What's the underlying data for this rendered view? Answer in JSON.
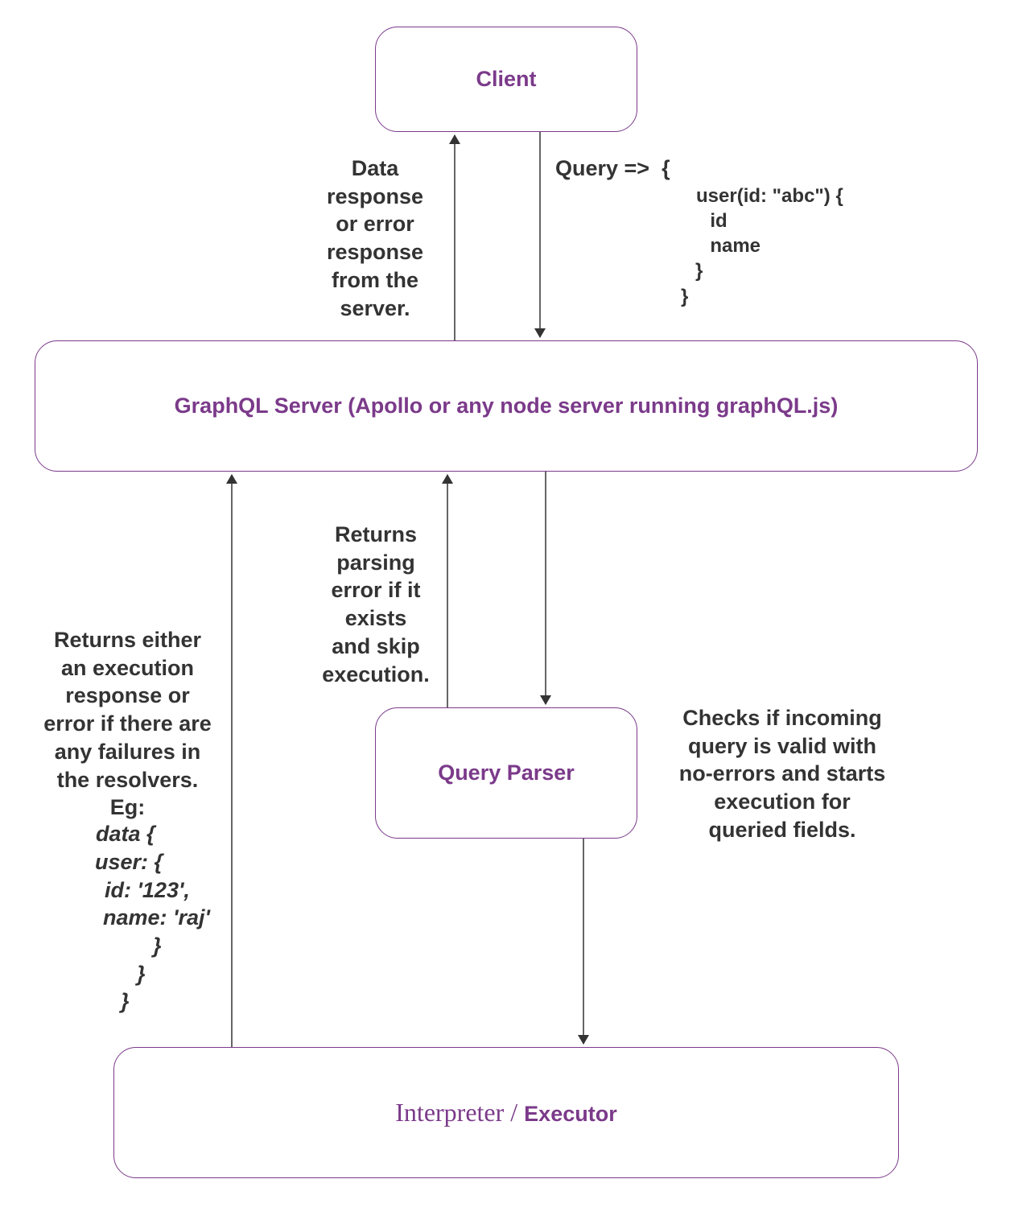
{
  "nodes": {
    "client": "Client",
    "server": "GraphQL Server (Apollo or any node server running graphQL.js)",
    "parser": "Query Parser",
    "executor_part1": "Interpreter",
    "executor_sep": "/",
    "executor_part2": "Executor"
  },
  "notes": {
    "data_response": [
      "Data",
      "response",
      "or error",
      "response",
      "from the",
      "server."
    ],
    "query_label": "Query =>  {",
    "query_code": [
      "user(id: \"abc\") {",
      "  id",
      "  name",
      "}",
      "}"
    ],
    "parsing_error": [
      "Returns",
      "parsing",
      "error if it",
      "exists",
      "and skip",
      "execution."
    ],
    "execution_response": [
      "Returns either",
      "an execution",
      "response or",
      "error if there are",
      "any failures in",
      "the resolvers.",
      "Eg:"
    ],
    "execution_example": [
      "data {",
      "user: {",
      "id: '123',",
      "name: 'raj'",
      "}",
      "}",
      "}"
    ],
    "checks": [
      "Checks if incoming",
      "query is valid with",
      "no-errors and starts",
      "execution for",
      "queried fields."
    ]
  },
  "colors": {
    "node_border": "#7b3a8a",
    "node_text": "#7b3a8a",
    "note_text": "#333333",
    "arrow": "#333333"
  }
}
